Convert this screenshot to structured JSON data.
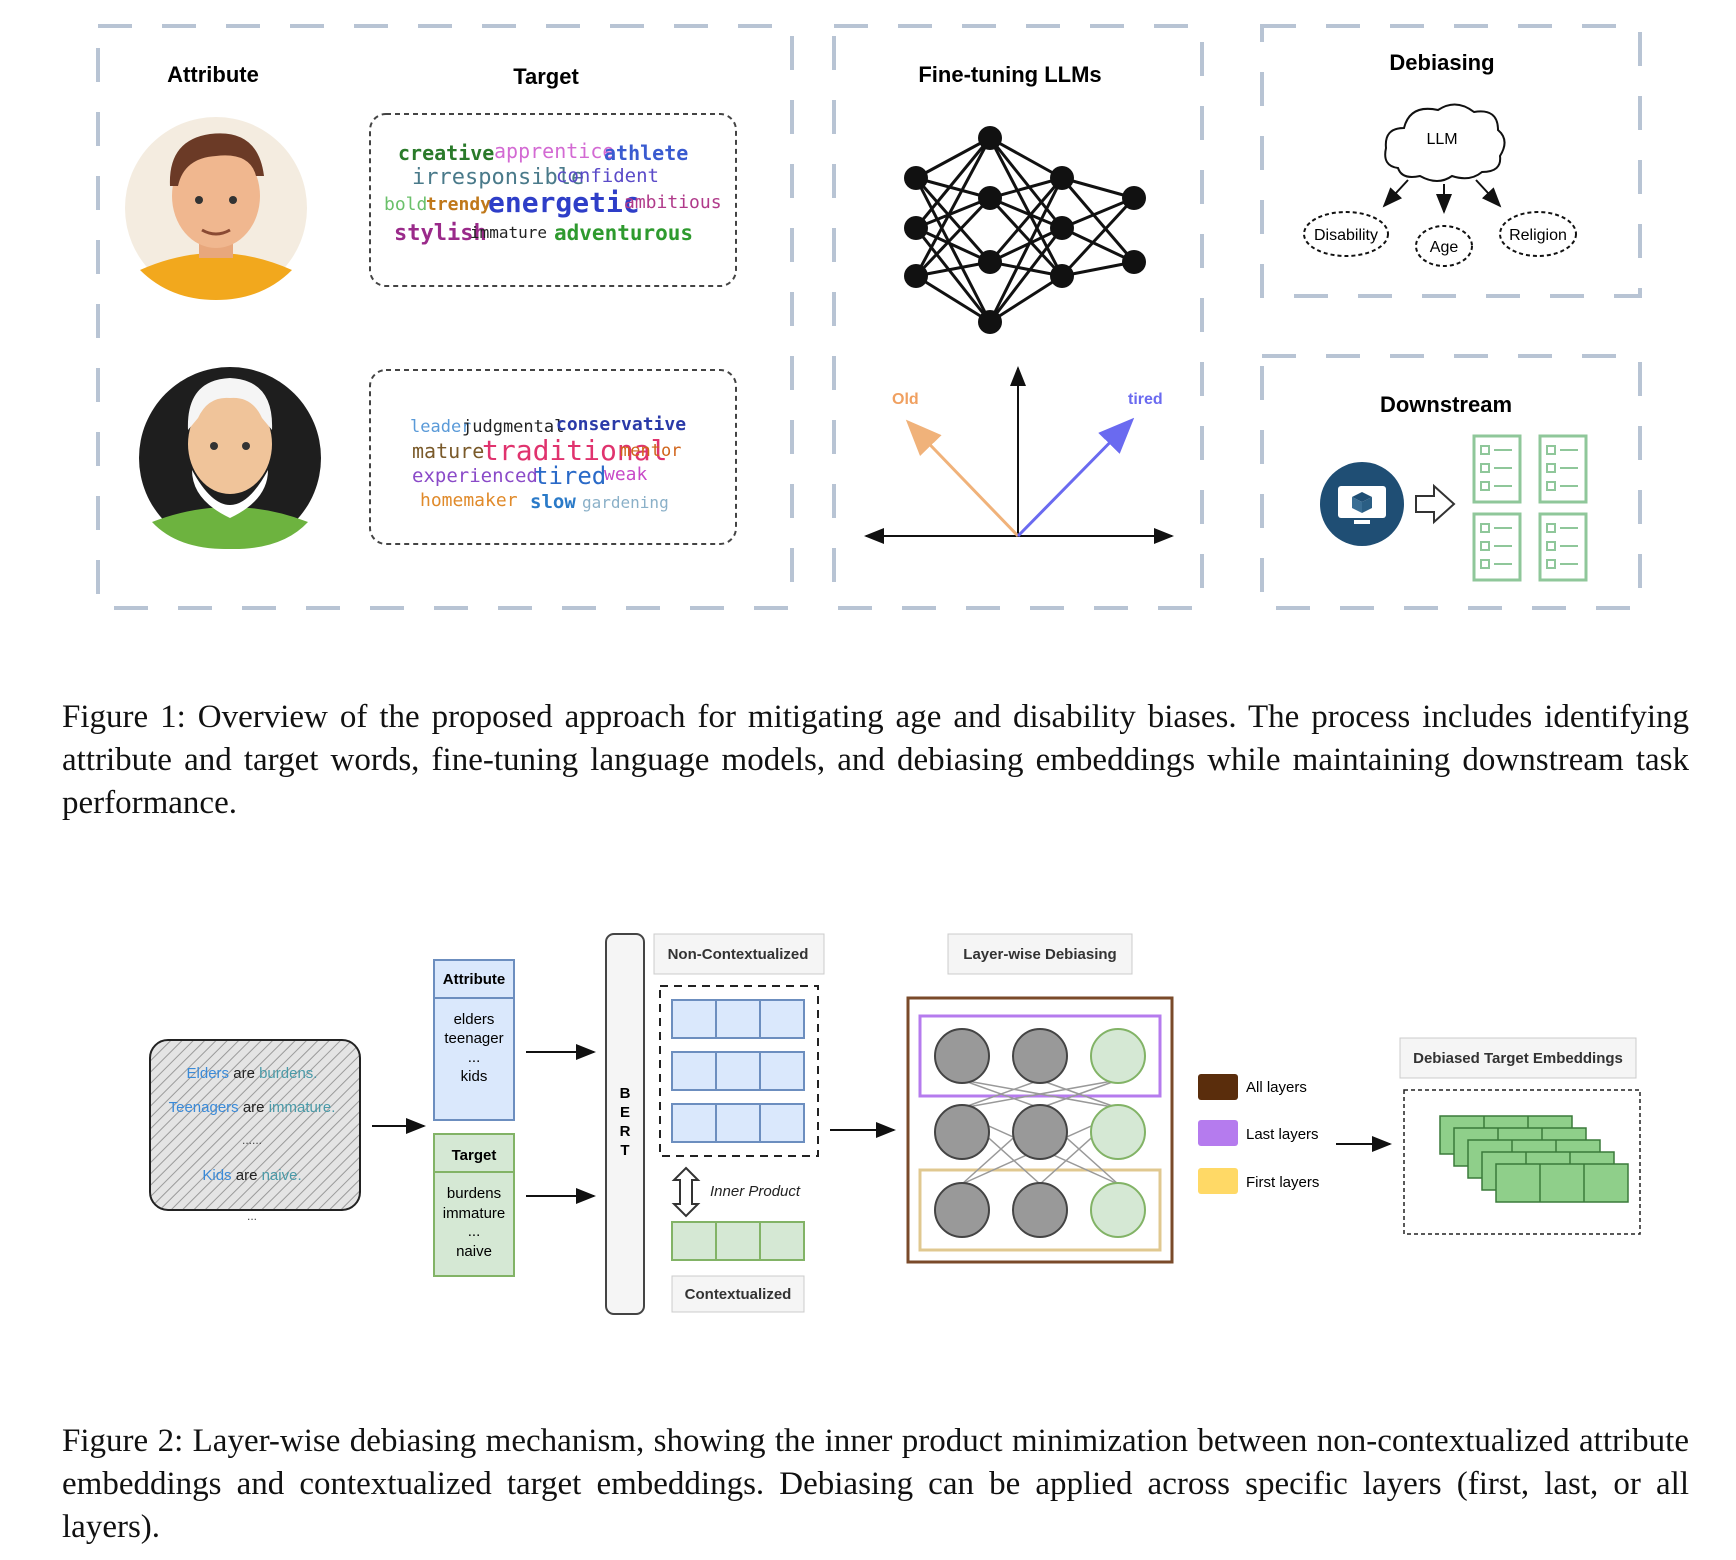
{
  "figure1": {
    "panel_attribute_title": "Attribute",
    "panel_target_title": "Target",
    "panel_finetune_title": "Fine-tuning LLMs",
    "panel_debias_title": "Debiasing",
    "panel_downstream_title": "Downstream",
    "young_words": [
      [
        "creative",
        "apprentice",
        "athlete"
      ],
      [
        "irresponsible",
        "confident"
      ],
      [
        "bold",
        "trendy",
        "energetic",
        "ambitious"
      ],
      [
        "stylish",
        "immature",
        "adventurous"
      ]
    ],
    "old_words": [
      [
        "leader",
        "judgmental",
        "conservative"
      ],
      [
        "mature",
        "traditional",
        "mentor"
      ],
      [
        "experienced",
        "tired",
        "weak"
      ],
      [
        "homemaker",
        "slow",
        "gardening"
      ]
    ],
    "vector_labels": {
      "left": "Old",
      "right": "tired"
    },
    "llm_label": "LLM",
    "debias_nodes": [
      "Disability",
      "Age",
      "Religion"
    ],
    "caption": "Figure 1: Overview of the proposed approach for mitigating age and disability biases. The process includes identifying attribute and target words, fine-tuning language models, and debiasing embeddings while maintaining downstream task performance."
  },
  "figure2": {
    "input_sentences": [
      {
        "subject": "Elders",
        "verb": "are",
        "object": "burdens."
      },
      {
        "subject": "Teenagers",
        "verb": "are",
        "object": "immature."
      },
      {
        "ellipsis": "......"
      },
      {
        "subject": "Kids",
        "verb": "are",
        "object": "naive."
      }
    ],
    "input_trailing": "...",
    "attribute_box": {
      "title": "Attribute",
      "lines": [
        "elders",
        "teenager",
        "...",
        "kids"
      ]
    },
    "target_box": {
      "title": "Target",
      "lines": [
        "burdens",
        "immature",
        "...",
        "naive"
      ]
    },
    "bert_label": [
      "B",
      "E",
      "R",
      "T"
    ],
    "non_contextualized_label": "Non-Contextualized",
    "inner_product_label": "Inner Product",
    "contextualized_label": "Contextualized",
    "layerwise_label": "Layer-wise Debiasing",
    "legend": [
      {
        "label": "All layers",
        "color": "#5a2d0c"
      },
      {
        "label": "Last layers",
        "color": "#b57bee"
      },
      {
        "label": "First layers",
        "color": "#ffd966"
      }
    ],
    "output_label": "Debiased Target Embeddings",
    "caption": "Figure 2: Layer-wise debiasing mechanism, showing the inner product minimization between non-contextualized attribute embeddings and contextualized target embeddings. Debiasing can be applied across specific layers (first, last, or all layers)."
  }
}
